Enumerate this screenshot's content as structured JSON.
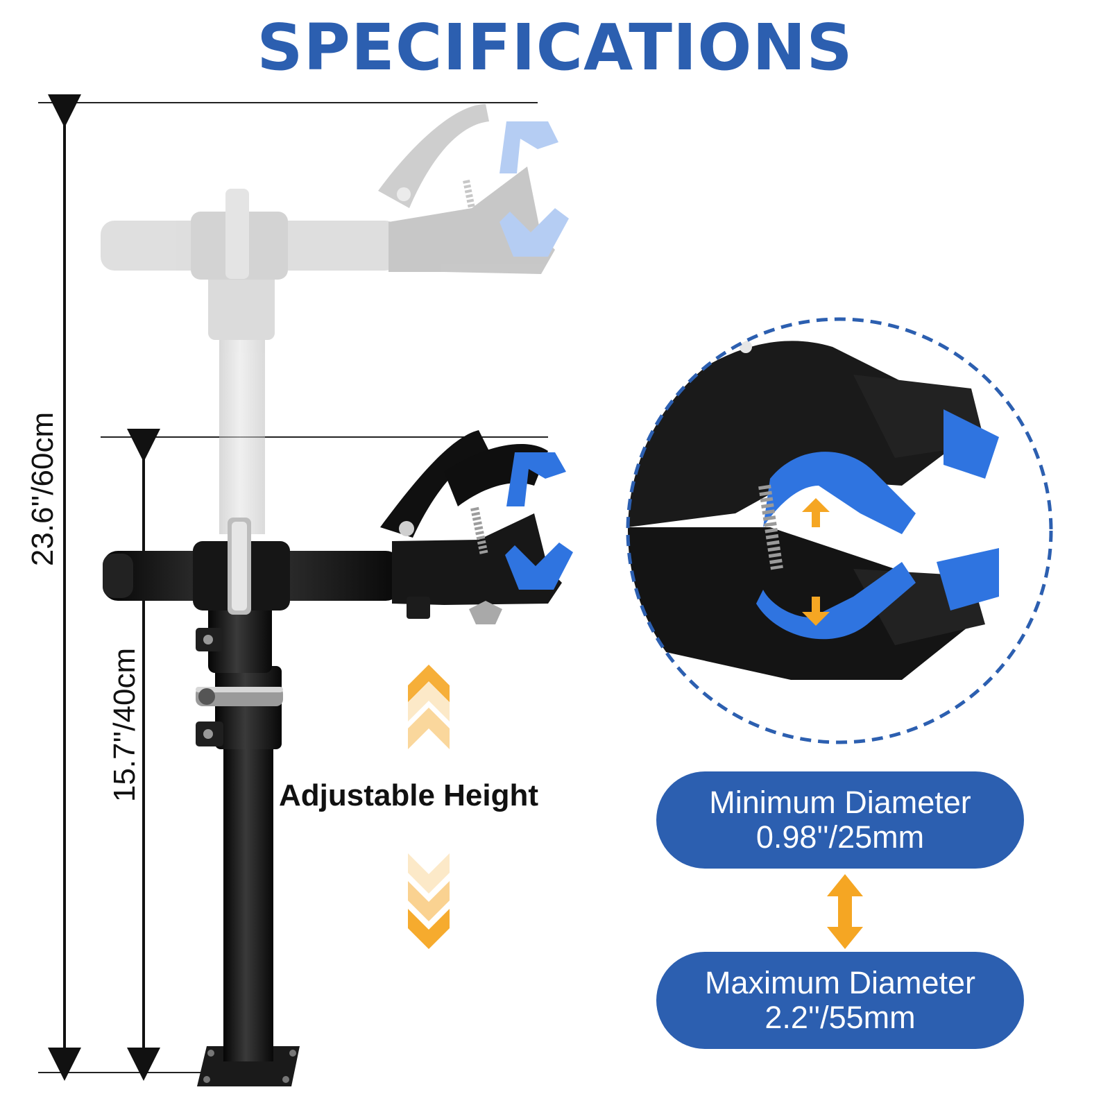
{
  "title": "SPECIFICATIONS",
  "dimensions": {
    "total_height": "23.6''/60cm",
    "lower_height": "15.7''/40cm"
  },
  "adjustable_label": "Adjustable Height",
  "min_diameter": {
    "label": "Minimum Diameter",
    "value": "0.98''/25mm"
  },
  "max_diameter": {
    "label": "Maximum Diameter",
    "value": "2.2''/55mm"
  },
  "colors": {
    "accent_blue": "#2c5fb0",
    "arrow_orange": "#f5a623",
    "metal_black": "#151515"
  }
}
